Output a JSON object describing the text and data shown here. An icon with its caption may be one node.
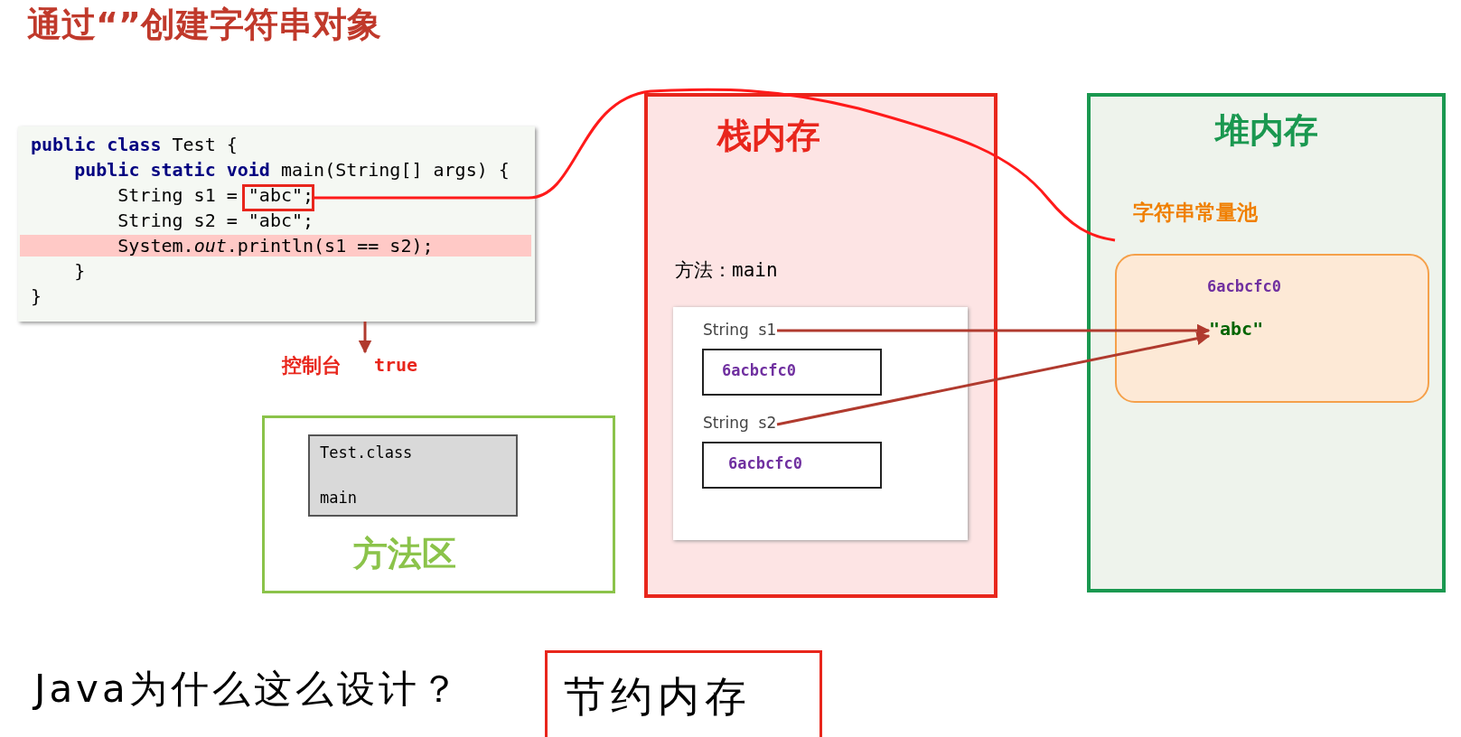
{
  "diagram": {
    "title": "通过“”创建字符串对象",
    "nodes": [
      {
        "text": [
          "**public class** Test {",
          "    **public static void** main(String[] args) {",
          "        String s1 = \"abc\";",
          "        String s2 = \"abc\";",
          "        System.*out*.println(s1 == s2);",
          "    }",
          "}"
        ]
      },
      {
        "text": [],
        "shape": "box",
        "in": 0
      },
      {
        "text": [
          "控制台",
          "true"
        ]
      },
      {
        "text": [
          "方法区"
        ]
      },
      {
        "text": [
          "Test.class",
          "main"
        ],
        "in": 3
      },
      {
        "text": [
          "栈内存"
        ]
      },
      {
        "text": [
          "方法：main"
        ],
        "in": 5
      },
      {
        "text": [
          "String  s1"
        ],
        "in": 6
      },
      {
        "text": [
          "6acbcfc0"
        ],
        "in": 6
      },
      {
        "text": [
          "String  s2"
        ],
        "in": 6
      },
      {
        "text": [
          "6acbcfc0"
        ],
        "in": 6
      },
      {
        "text": [
          "堆内存"
        ]
      },
      {
        "text": [
          "字符串常量池",
          "6acbcfc0"
        ],
        "in": 11
      },
      {
        "text": [
          "\"abc\""
        ],
        "in": 12
      },
      {
        "text": [
          "节约内存"
        ]
      }
    ],
    "edges": [
      {
        "from": 1,
        "to": 12,
        "arrow": "none",
        "color": "#ff1a1a"
      },
      {
        "from": 0,
        "to": 2,
        "arrow": "to"
      },
      {
        "from": 7,
        "to": 13,
        "arrow": "to"
      },
      {
        "from": 9,
        "to": 13,
        "arrow": "to"
      }
    ],
    "labels": [
      "Java为什么这么设计？"
    ]
  }
}
